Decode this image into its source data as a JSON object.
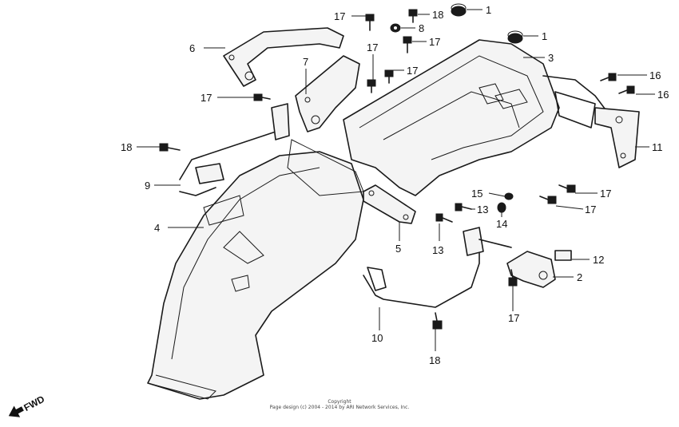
{
  "callouts": [
    {
      "label": "1"
    },
    {
      "label": "1"
    },
    {
      "label": "2"
    },
    {
      "label": "3"
    },
    {
      "label": "4"
    },
    {
      "label": "5"
    },
    {
      "label": "6"
    },
    {
      "label": "7"
    },
    {
      "label": "8"
    },
    {
      "label": "9"
    },
    {
      "label": "10"
    },
    {
      "label": "11"
    },
    {
      "label": "12"
    },
    {
      "label": "13"
    },
    {
      "label": "13"
    },
    {
      "label": "14"
    },
    {
      "label": "15"
    },
    {
      "label": "16"
    },
    {
      "label": "16"
    },
    {
      "label": "17"
    },
    {
      "label": "17"
    },
    {
      "label": "17"
    },
    {
      "label": "17"
    },
    {
      "label": "17"
    },
    {
      "label": "17"
    },
    {
      "label": "17"
    },
    {
      "label": "17"
    },
    {
      "label": "18"
    },
    {
      "label": "18"
    },
    {
      "label": "18"
    }
  ],
  "direction_label": "FWD",
  "copyright": {
    "line1": "Copyright",
    "line2": "Page design (c) 2004 - 2014 by ARI Network Services, Inc."
  }
}
